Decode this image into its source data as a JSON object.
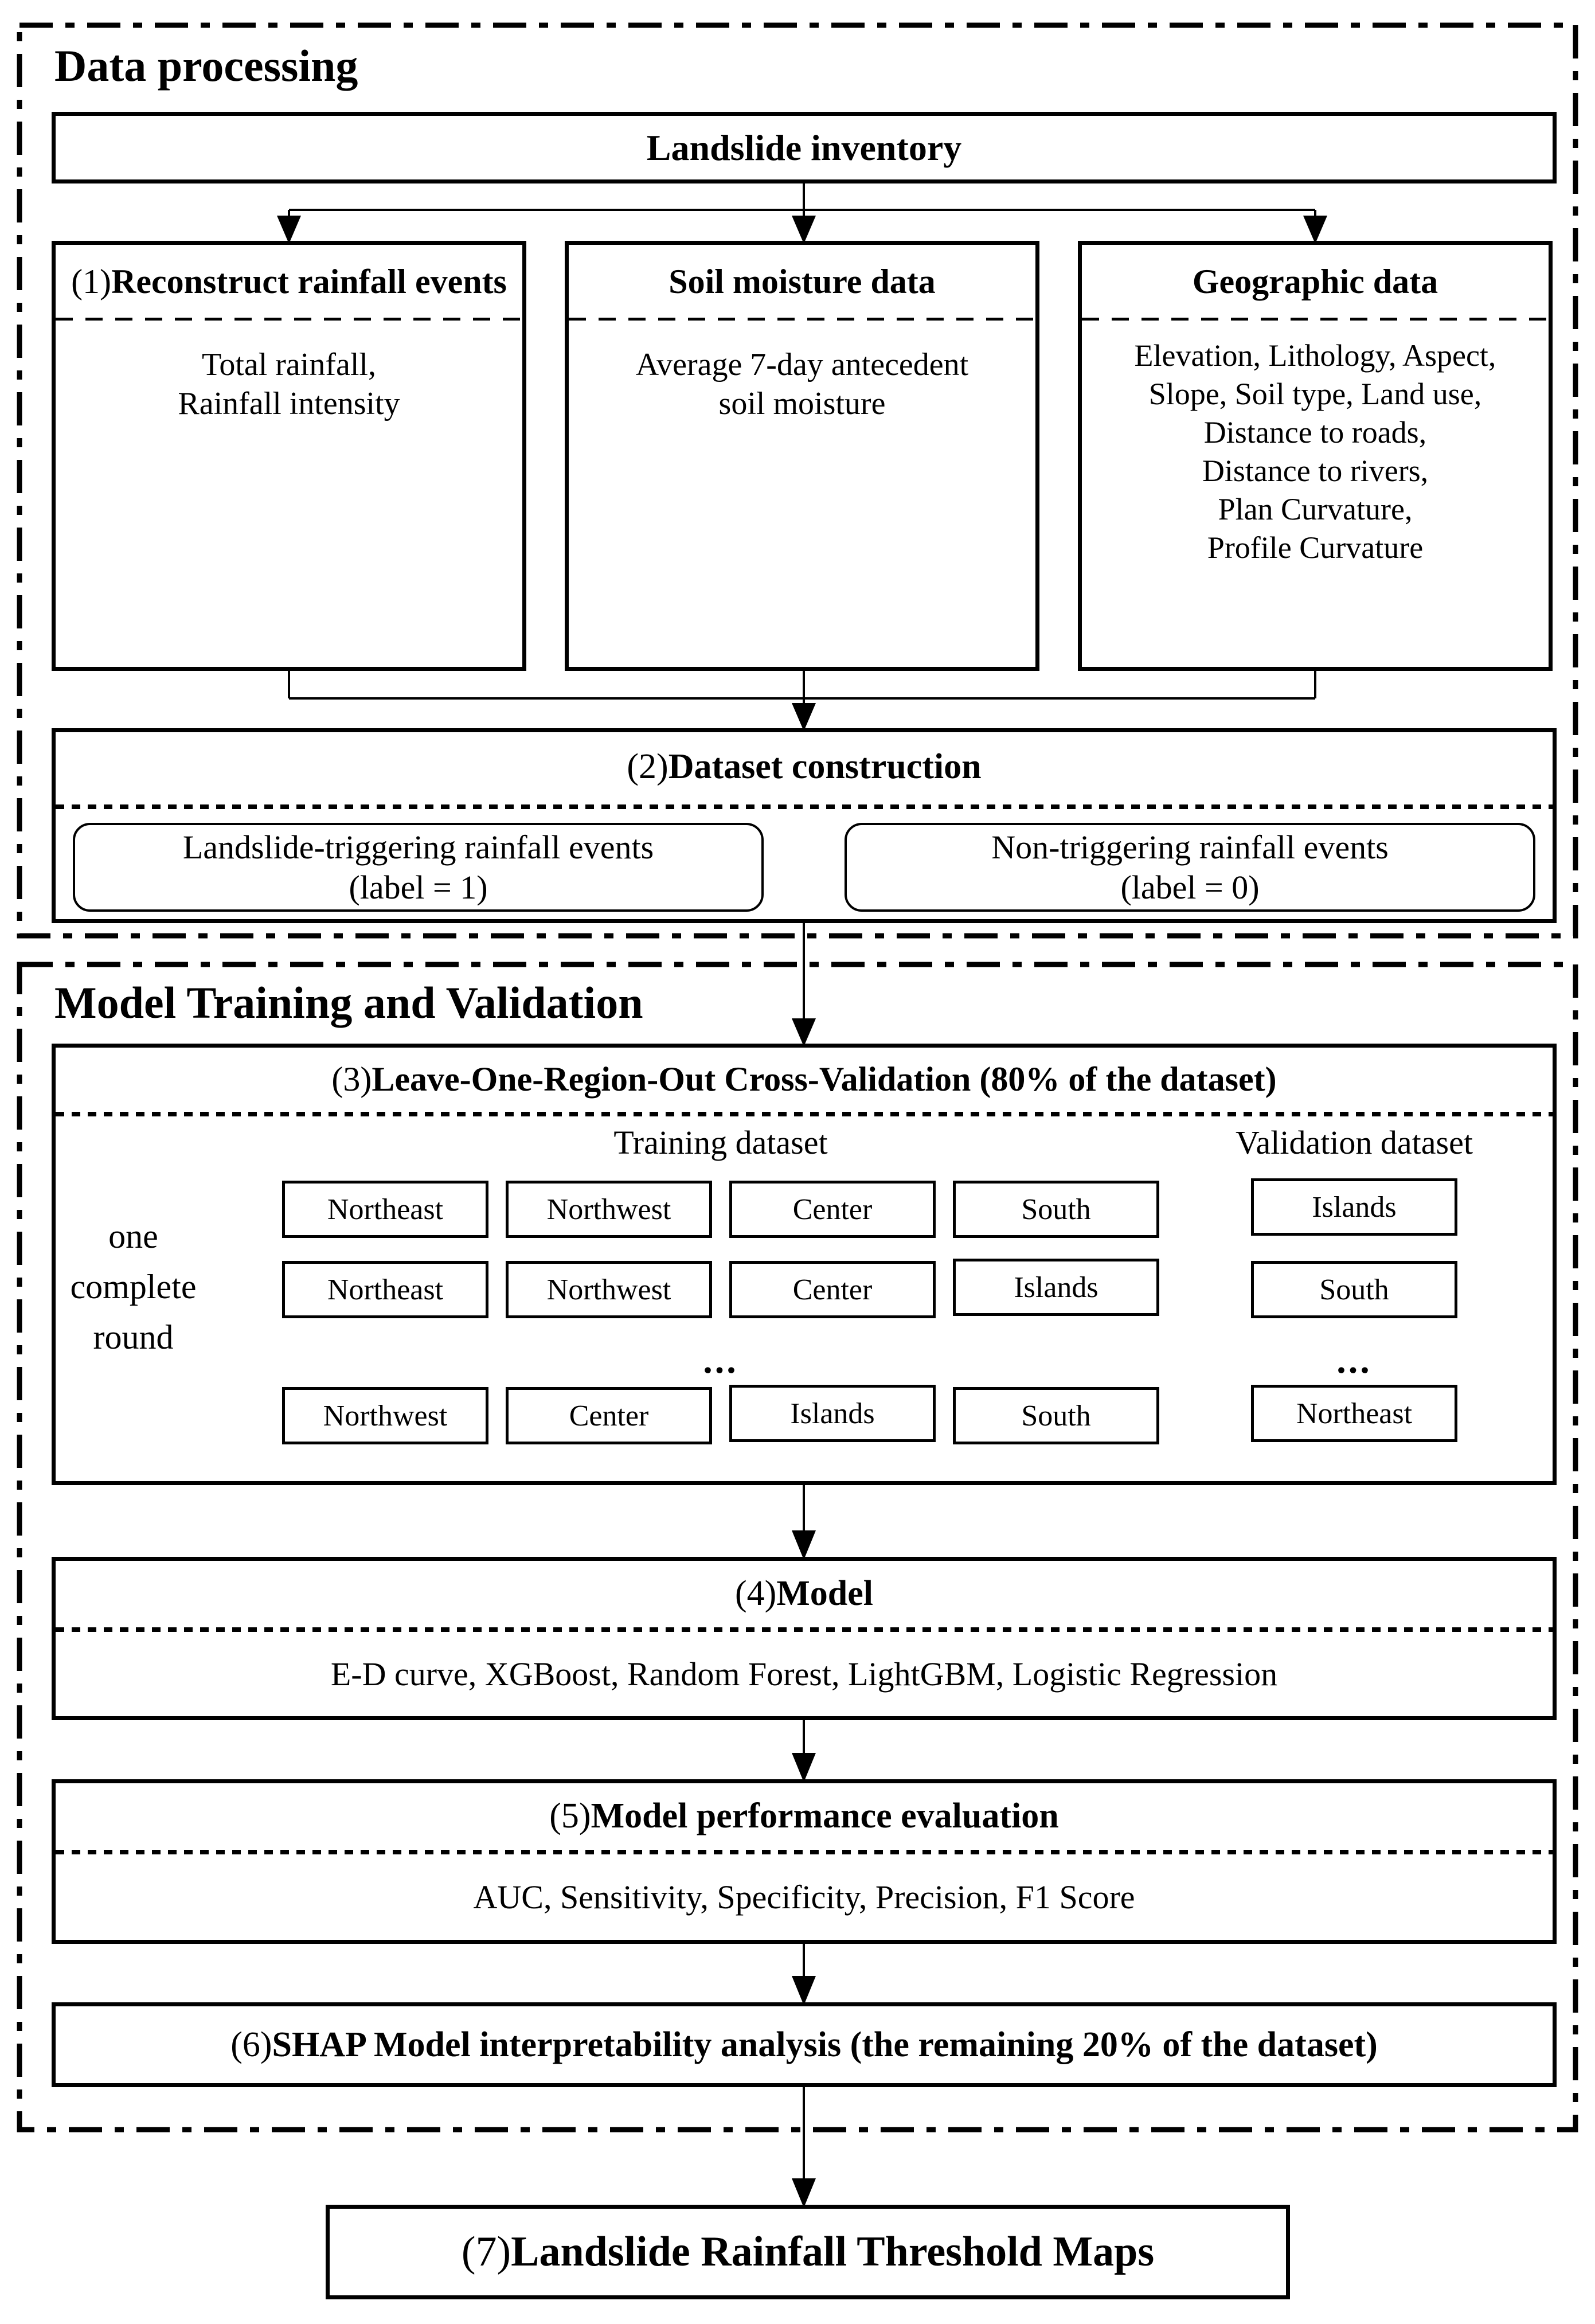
{
  "sections": {
    "data_processing": {
      "title": "Data processing"
    },
    "model_training": {
      "title": "Model Training and Validation"
    }
  },
  "inventory": {
    "label": "Landslide inventory"
  },
  "boxes": {
    "reconstruct": {
      "prefix": "(1)",
      "title": "Reconstruct rainfall events",
      "lines": [
        "Total rainfall,",
        "Rainfall intensity"
      ]
    },
    "soil": {
      "title": "Soil moisture data",
      "lines": [
        "Average 7-day antecedent",
        "soil moisture"
      ]
    },
    "geographic": {
      "title": "Geographic data",
      "lines": [
        "Elevation, Lithology, Aspect,",
        "Slope, Soil type, Land use,",
        "Distance to roads,",
        "Distance to rivers,",
        "Plan Curvature,",
        "Profile Curvature"
      ]
    }
  },
  "dataset_construction": {
    "prefix": "(2)",
    "title": "Dataset construction",
    "positive": {
      "line1": "Landslide-triggering rainfall events",
      "line2": "(label = 1)"
    },
    "negative": {
      "line1": "Non-triggering rainfall events",
      "line2": "(label = 0)"
    }
  },
  "cross_validation": {
    "prefix": "(3)",
    "title": "Leave-One-Region-Out Cross-Validation (80% of the dataset)",
    "round_label": {
      "line1": "one",
      "line2": "complete",
      "line3": "round"
    },
    "training_header": "Training dataset",
    "validation_header": "Validation dataset",
    "rows": [
      {
        "training": [
          "Northeast",
          "Northwest",
          "Center",
          "South"
        ],
        "validation": "Islands"
      },
      {
        "training": [
          "Northeast",
          "Northwest",
          "Center",
          "Islands"
        ],
        "validation": "South"
      },
      {
        "training_ellipsis": "...",
        "validation_ellipsis": "..."
      },
      {
        "training": [
          "Northwest",
          "Center",
          "Islands",
          "South"
        ],
        "validation": "Northeast"
      }
    ]
  },
  "model": {
    "prefix": "(4)",
    "title": "Model",
    "content": "E-D curve, XGBoost, Random Forest, LightGBM, Logistic Regression"
  },
  "evaluation": {
    "prefix": "(5)",
    "title": "Model performance evaluation",
    "content": "AUC, Sensitivity, Specificity, Precision, F1 Score"
  },
  "shap": {
    "prefix": "(6)",
    "title": "SHAP Model interpretability analysis (the remaining 20% of the dataset)"
  },
  "threshold_maps": {
    "prefix": "(7)",
    "title": "Landslide Rainfall Threshold Maps"
  },
  "colors": {
    "line": "#000000",
    "background": "#ffffff"
  }
}
